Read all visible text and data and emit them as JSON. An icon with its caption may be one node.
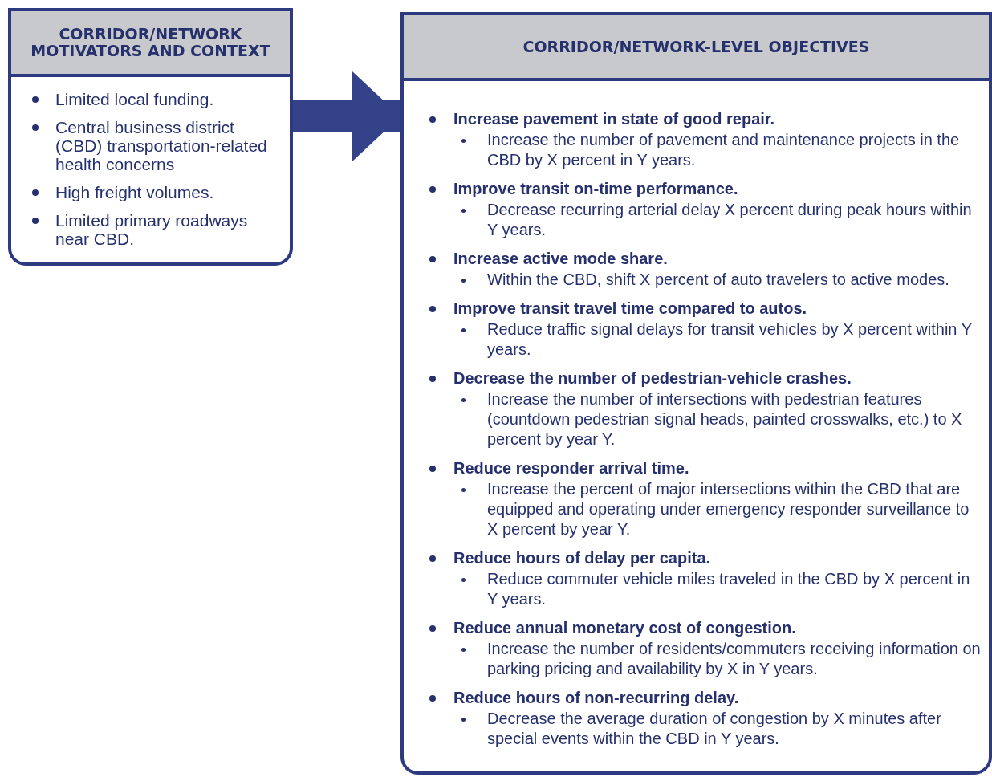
{
  "diagram": {
    "nodes": [
      {
        "text": [
          "CORRIDOR/NETWORK MOTIVATORS AND CONTEXT",
          "Limited local funding.",
          "Central business district (CBD) transportation-related health concerns",
          "High freight volumes.",
          "Limited primary roadways near CBD."
        ]
      },
      {
        "text": [
          "CORRIDOR/NETWORK-LEVEL OBJECTIVES",
          "Increase pavement in state of good repair.",
          "Increase the number of pavement and maintenance projects in the CBD by X percent in Y years.",
          "Improve transit on-time performance.",
          "Decrease recurring arterial delay X percent during peak hours within Y years.",
          "Increase active mode share.",
          "Within the CBD, shift X percent of auto travelers to active modes.",
          "Improve transit travel time compared to autos.",
          "Reduce traffic signal delays for transit vehicles by X percent within Y years.",
          "Decrease the number of pedestrian-vehicle crashes.",
          "Increase the number of intersections with pedestrian features (countdown pedestrian signal heads, painted crosswalks, etc.) to X percent by year Y.",
          "Reduce responder arrival time.",
          "Increase the percent of major intersections within the CBD that are equipped and operating under emergency responder surveillance to X percent by year Y.",
          "Reduce hours of delay per capita.",
          "Reduce commuter vehicle miles traveled in the CBD by X percent in Y years.",
          "Reduce annual monetary cost of congestion.",
          "Increase the number of residents/commuters receiving information on parking pricing and availability by X in Y years.",
          "Reduce hours of non-recurring delay.",
          "Decrease the average duration of congestion by X minutes after special events within the CBD in Y years."
        ]
      }
    ],
    "edges": [
      {
        "from": 0,
        "to": 1,
        "arrow": "to"
      }
    ]
  }
}
